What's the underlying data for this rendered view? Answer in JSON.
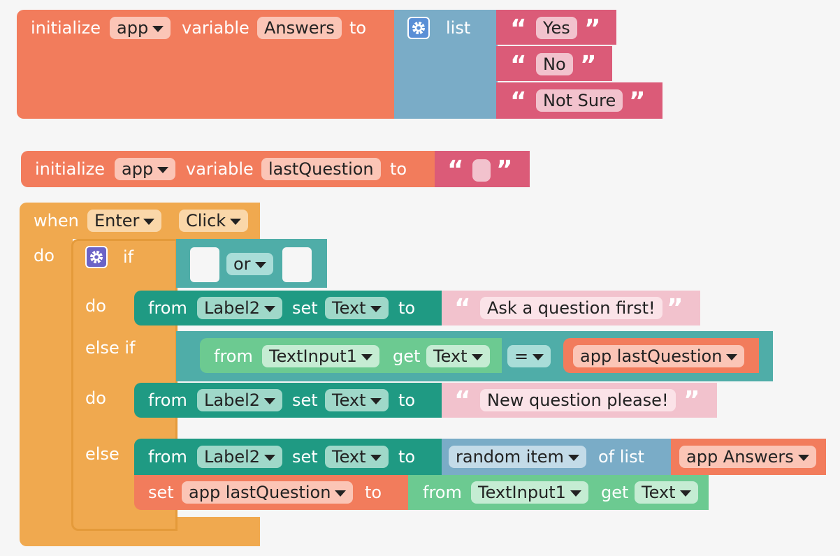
{
  "blocks": {
    "init_answers": {
      "keyword_initialize": "initialize",
      "scope": "app",
      "keyword_variable": "variable",
      "name": "Answers",
      "keyword_to": "to",
      "list_label": "list",
      "items": [
        "Yes",
        "No",
        "Not Sure"
      ]
    },
    "init_last": {
      "keyword_initialize": "initialize",
      "scope": "app",
      "keyword_variable": "variable",
      "name": "lastQuestion",
      "keyword_to": "to",
      "value": ""
    },
    "event": {
      "keyword_when": "when",
      "component": "Enter",
      "event": "Click",
      "keyword_do": "do"
    },
    "if": {
      "keyword_if": "if",
      "or_label": "or",
      "do_label": "do",
      "elseif_label": "else if",
      "do2_label": "do",
      "else_label": "else"
    },
    "set1": {
      "from": "from",
      "component": "Label2",
      "set": "set",
      "property": "Text",
      "to": "to",
      "text": "Ask a question first!"
    },
    "compare": {
      "from": "from",
      "component": "TextInput1",
      "get": "get",
      "property": "Text",
      "operator": "=",
      "var": "app lastQuestion"
    },
    "set2": {
      "from": "from",
      "component": "Label2",
      "set": "set",
      "property": "Text",
      "to": "to",
      "text": "New question please!"
    },
    "set3": {
      "from": "from",
      "component": "Label2",
      "set": "set",
      "property": "Text",
      "to": "to",
      "random": "random item",
      "of_list": "of list",
      "var": "app Answers"
    },
    "setvar": {
      "set": "set",
      "var": "app lastQuestion",
      "to": "to",
      "from": "from",
      "component": "TextInput1",
      "get": "get",
      "property": "Text"
    }
  },
  "colors": {
    "variables": "#f27c5c",
    "lists": "#7aacc7",
    "text": "#db5b78",
    "text_light": "#f2c2cd",
    "events": "#f0a94f",
    "control": "#4fada8",
    "component_set": "#1f9a83",
    "component_get": "#6cca91",
    "gear": "#6b63c7"
  }
}
